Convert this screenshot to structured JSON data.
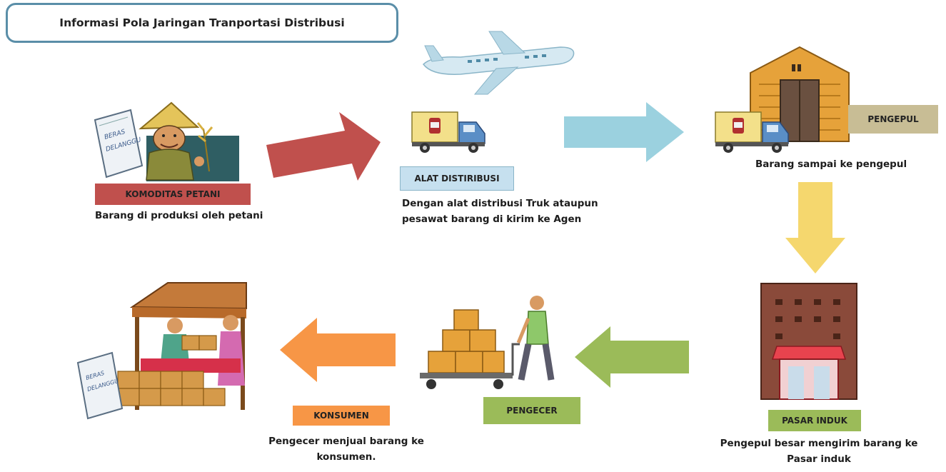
{
  "title": "Informasi Pola Jaringan Tranportasi Distribusi",
  "colors": {
    "petani_label": "#c0504d",
    "alat_label": "#c6e0ef",
    "pengepul_label": "#c8bd95",
    "pasar_label": "#9bbb59",
    "pengecer_label": "#9bbb59",
    "konsumen_label": "#f79646",
    "arrow_red": "#c0504d",
    "arrow_blue": "#9bd1df",
    "arrow_yellow": "#f5d76e",
    "arrow_green": "#9bbb59",
    "arrow_orange": "#f79646"
  },
  "nodes": {
    "petani": {
      "label": "KOMODITAS PETANI",
      "caption": "Barang di produksi oleh petani",
      "sack_text_1": "BERAS",
      "sack_text_2": "DELANGGU"
    },
    "alat": {
      "label": "ALAT DISTIRIBUSI",
      "caption_line1": "Dengan alat distribusi Truk ataupun",
      "caption_line2": "pesawat barang di kirim ke Agen"
    },
    "pengepul": {
      "label": "PENGEPUL",
      "caption": "Barang sampai ke pengepul"
    },
    "pasar": {
      "label": "PASAR INDUK",
      "caption_line1": "Pengepul besar mengirim barang ke",
      "caption_line2": "Pasar induk"
    },
    "pengecer": {
      "label": "PENGECER"
    },
    "konsumen": {
      "label": "KONSUMEN",
      "caption_line1": "Pengecer menjual barang ke",
      "caption_line2": "konsumen.",
      "sack_text_1": "BERAS",
      "sack_text_2": "DELANGGU"
    }
  }
}
